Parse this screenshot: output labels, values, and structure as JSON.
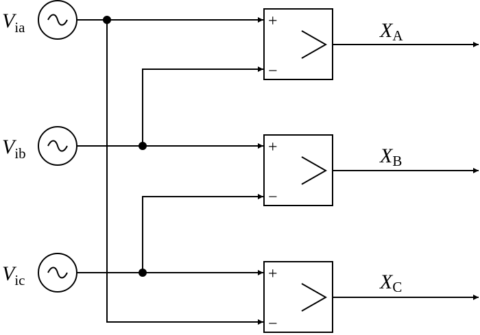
{
  "sources": [
    {
      "symbol": "V",
      "subscript": "ia",
      "source_symbol": "~"
    },
    {
      "symbol": "V",
      "subscript": "ib",
      "source_symbol": "~"
    },
    {
      "symbol": "V",
      "subscript": "ic",
      "source_symbol": "~"
    }
  ],
  "comparators": [
    {
      "plus": "+",
      "minus": "−",
      "glyph": ">",
      "output_symbol": "X",
      "output_subscript": "A"
    },
    {
      "plus": "+",
      "minus": "−",
      "glyph": ">",
      "output_symbol": "X",
      "output_subscript": "B"
    },
    {
      "plus": "+",
      "minus": "−",
      "glyph": ">",
      "output_symbol": "X",
      "output_subscript": "C"
    }
  ]
}
